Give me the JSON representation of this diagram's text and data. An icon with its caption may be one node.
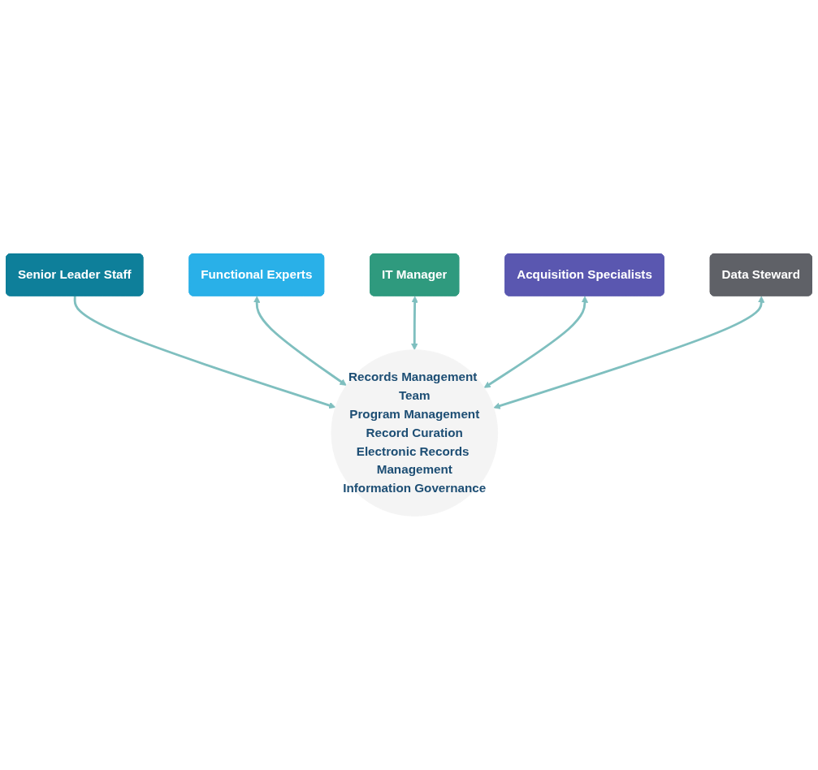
{
  "diagram": {
    "nodes": [
      {
        "text": [
          "Senior Leader Staff"
        ]
      },
      {
        "text": [
          "Functional Experts"
        ]
      },
      {
        "text": [
          "Records Management Team",
          "Program Management",
          "Record Curation",
          "Electronic Records Management",
          "Information Governance"
        ]
      },
      {
        "text": [
          "IT Manager"
        ]
      },
      {
        "text": [
          "Acquisition Specialists"
        ]
      },
      {
        "text": [
          "Data Steward"
        ]
      }
    ],
    "edges": [
      {
        "from": 0,
        "to": 2,
        "arrow": "to"
      },
      {
        "from": 1,
        "to": 2,
        "arrow": "both"
      },
      {
        "from": 3,
        "to": 2,
        "arrow": "both"
      },
      {
        "from": 4,
        "to": 2,
        "arrow": "both"
      },
      {
        "from": 5,
        "to": 2,
        "arrow": "both"
      }
    ]
  }
}
